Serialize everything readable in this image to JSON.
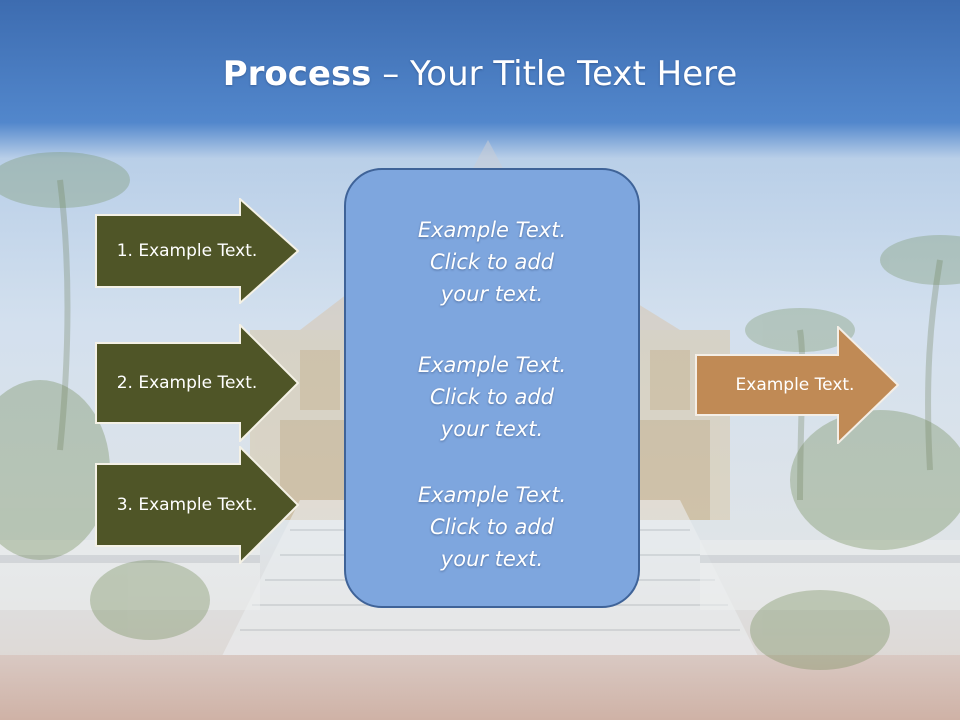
{
  "slide": {
    "title_bold": "Process",
    "title_rest": " – Your Title Text Here",
    "steps": [
      {
        "label": "1. Example Text."
      },
      {
        "label": "2. Example Text."
      },
      {
        "label": "3. Example Text."
      }
    ],
    "panel_blocks": [
      {
        "line1": "Example Text.",
        "line2": "Click  to add",
        "line3": "your text."
      },
      {
        "line1": "Example Text.",
        "line2": "Click  to add",
        "line3": "your text."
      },
      {
        "line1": "Example Text.",
        "line2": "Click  to add",
        "line3": "your text."
      }
    ],
    "output": {
      "label": "Example Text."
    }
  },
  "colors": {
    "header_blue": "#4f7fc4",
    "step_arrow_fill": "#4f5527",
    "output_arrow_fill": "#c08a55",
    "panel_fill": "#7ea6de"
  }
}
